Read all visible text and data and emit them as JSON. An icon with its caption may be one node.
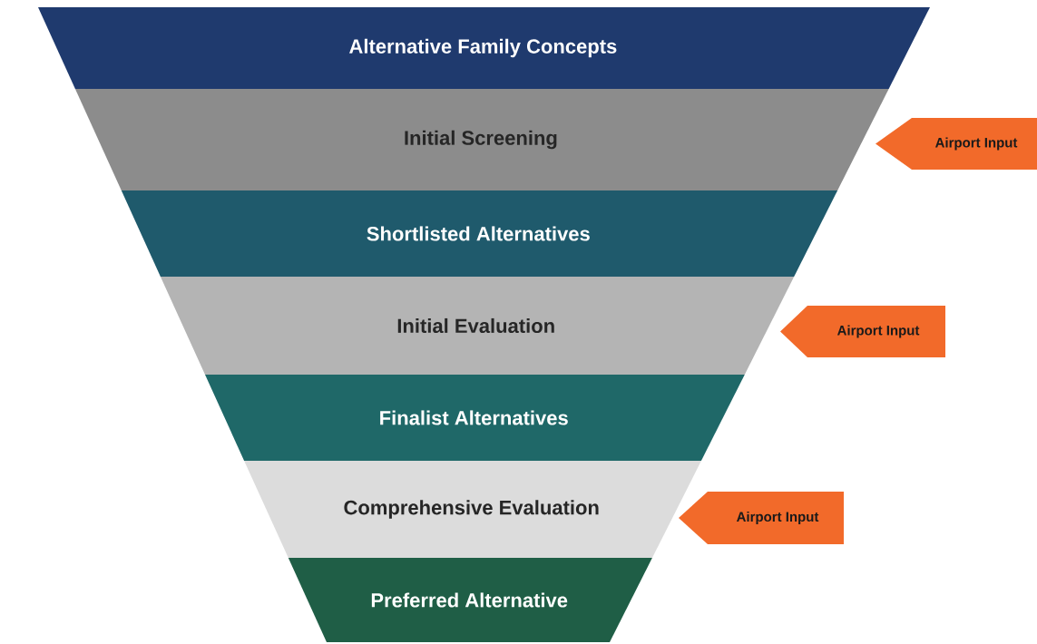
{
  "diagram": {
    "nodes": [
      {
        "text": [
          "Alternative Family Concepts"
        ]
      },
      {
        "text": [
          "Initial Screening"
        ]
      },
      {
        "text": [
          "Shortlisted Alternatives"
        ]
      },
      {
        "text": [
          "Initial Evaluation"
        ]
      },
      {
        "text": [
          "Finalist Alternatives"
        ]
      },
      {
        "text": [
          "Comprehensive Evaluation"
        ]
      },
      {
        "text": [
          "Preferred Alternative"
        ]
      },
      {
        "text": [
          "Airport Input"
        ]
      },
      {
        "text": [
          "Airport Input"
        ]
      },
      {
        "text": [
          "Airport Input"
        ]
      }
    ]
  }
}
